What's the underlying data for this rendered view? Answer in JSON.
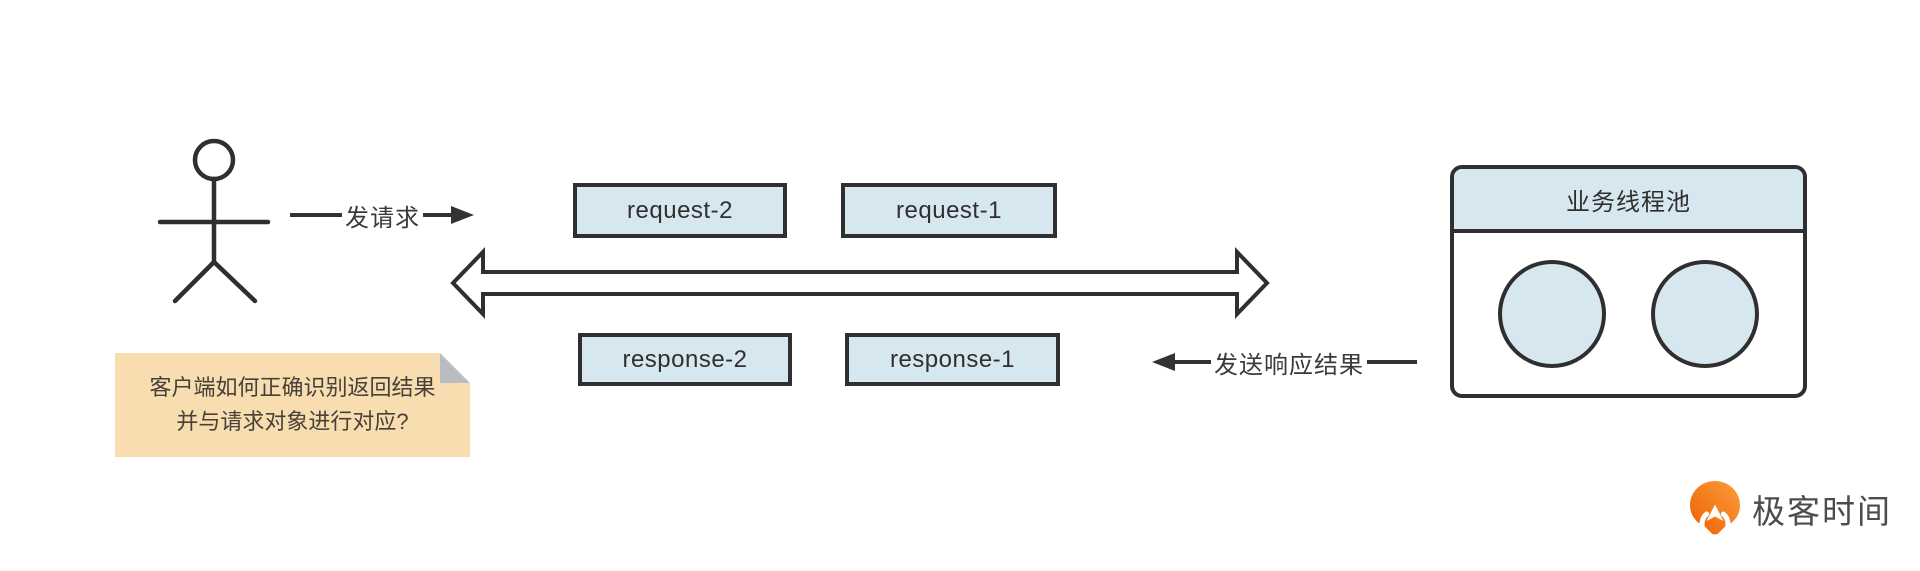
{
  "labels": {
    "send_request": "发请求",
    "send_response": "发送响应结果"
  },
  "request_boxes": [
    "request-2",
    "request-1"
  ],
  "response_boxes": [
    "response-2",
    "response-1"
  ],
  "thread_pool": {
    "title": "业务线程池",
    "thread_count": 2
  },
  "sticky_note": {
    "line1": "客户端如何正确识别返回结果",
    "line2": "并与请求对象进行对应?"
  },
  "branding": {
    "name": "极客时间"
  },
  "icons": {
    "actor": "stick-figure-icon",
    "double_arrow": "double-headed-arrow-icon",
    "logo": "geektime-logo-icon"
  },
  "colors": {
    "box_fill": "#d7e7f0",
    "stroke": "#2f2f2f",
    "note_fill": "#f8ddb0",
    "note_fold": "#b9bdc1",
    "logo_orange": "#f57b20",
    "text_dark": "#3a3a3a"
  }
}
